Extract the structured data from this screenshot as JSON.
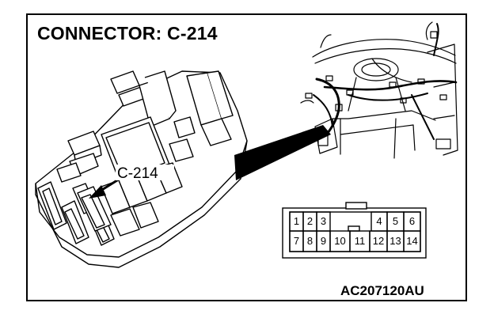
{
  "title": "CONNECTOR: C-214",
  "callout_label": "C-214",
  "figure_code": "AC207120AU",
  "pinout": {
    "top_row": [
      "1",
      "2",
      "3",
      "4",
      "5",
      "6"
    ],
    "bottom_row": [
      "7",
      "8",
      "9",
      "10",
      "11",
      "12",
      "13",
      "14"
    ]
  }
}
